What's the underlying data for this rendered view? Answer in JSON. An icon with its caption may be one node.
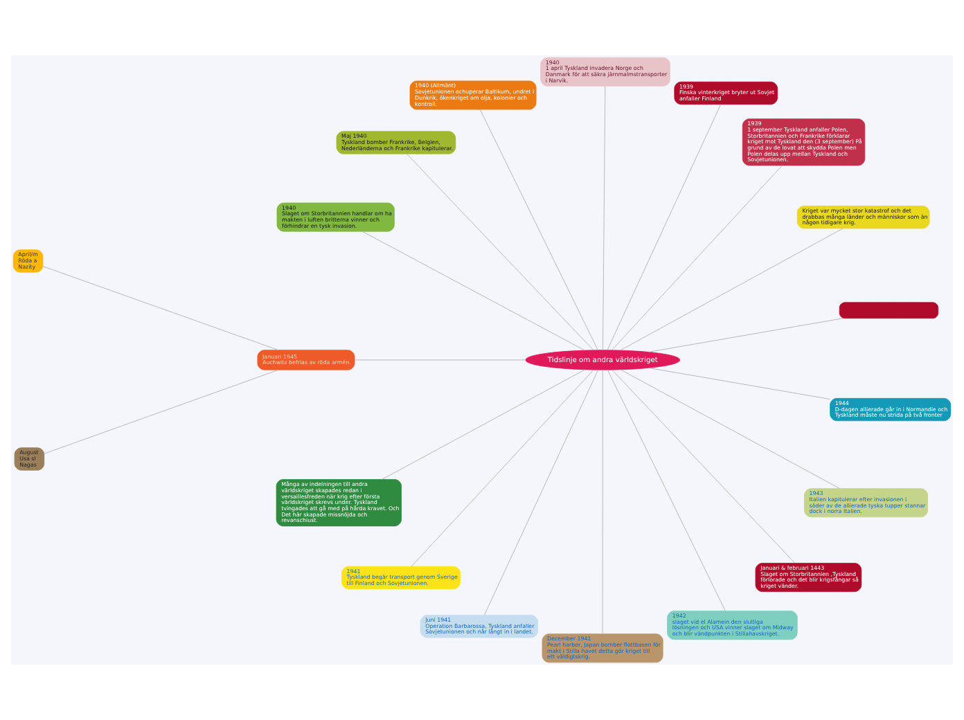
{
  "diagram": {
    "nodes": [
      {
        "text": [
          "Tidslinje om andra världskriget"
        ]
      },
      {
        "text": [],
        "shape": "box"
      },
      {
        "text": [
          "Kriget var mycket stor katastrof och det drabbas många länder och människor som än någon tidigare krig."
        ]
      },
      {
        "text": [
          "1939",
          "1 september Tyskland anfaller Polen, Storbritannien och Frankrike förklarar kriget mot Tyskland den (3 september) På grund av de lovat att skydda Polen men Polen delas upp mellan Tyskland och Sovjetunionen."
        ]
      },
      {
        "text": [
          "1939",
          "Finska vinterkriget bryter ut Sovjet anfaller Finland"
        ]
      },
      {
        "text": [
          "1940",
          "1 april Tyskland invadera Norge och Danmark för att säkra järnmalmstransporter i Narvik."
        ]
      },
      {
        "text": [
          "1940 (Allmänt)",
          "Sovjetunionen ochuperar Baltikum, undret i Dunkrik, ökenkriget om olja, kolonier och kontroll."
        ]
      },
      {
        "text": [
          "Maj 1940",
          "Tyskland bomber Frankrike, Belgien, Nederländerna och Frankrike kapitulerar."
        ]
      },
      {
        "text": [
          "1940",
          "Slaget om Storbritannien handlar om ha makten i luften britterna vinner och förhindrar en tysk invasion."
        ]
      },
      {
        "text": [
          "Januari 1945",
          "Auchwitz befrias av röda armén."
        ]
      },
      {
        "text": [
          "April/m",
          "Röda a",
          "Nazity"
        ]
      },
      {
        "text": [
          "August",
          "Usa sl",
          "Nagas"
        ]
      },
      {
        "text": [
          "Många av indelningen till andra världskriget skapades redan i versaillesfreden när krig efter första världskriget skrevs under. Tyskland tvingades att gå med på hårda kravet. Och Det här skapade missnöjda och revanschiust."
        ]
      },
      {
        "text": [
          "1941",
          "Tyskland begär transport genom Sverige till Finland och Sovjetunionen."
        ]
      },
      {
        "text": [
          "Juni 1941",
          "Operation Barbarossa, Tyskland anfaller Sovjetunionen och når långt in i landet."
        ]
      },
      {
        "text": [
          "December 1941",
          "Pearl harbor, Japan bomber flottbasen för makt i Stilla havet detta gör kriget till ett väldigtskrig."
        ]
      },
      {
        "text": [
          "1942",
          "slaget vid el Alamein den slutliga lösningen och USA vinner slaget om Midway och blir vändpunkten i Stillahavskriget."
        ]
      },
      {
        "text": [
          "Januari & februari 1443",
          "Slaget om Storbritannien ,Tyskland förlorade och det blir krigsfångar så kriget vänder."
        ]
      },
      {
        "text": [
          "1943",
          "Italien kapitulerar efter invasionen i söder av de allierade tyska tupper stannar dock i norra Italien."
        ]
      },
      {
        "text": [
          "1944",
          "D-dagen allierade går in i Normandie och Tyskland måste nu strida på två fronter"
        ]
      }
    ],
    "edges": [
      {
        "from": 0,
        "to": 1,
        "arrow": "none"
      },
      {
        "from": 0,
        "to": 2,
        "arrow": "none"
      },
      {
        "from": 0,
        "to": 3,
        "arrow": "none"
      },
      {
        "from": 0,
        "to": 4,
        "arrow": "none"
      },
      {
        "from": 0,
        "to": 5,
        "arrow": "none"
      },
      {
        "from": 0,
        "to": 6,
        "arrow": "none"
      },
      {
        "from": 0,
        "to": 7,
        "arrow": "none"
      },
      {
        "from": 0,
        "to": 8,
        "arrow": "none"
      },
      {
        "from": 0,
        "to": 9,
        "arrow": "none"
      },
      {
        "from": 9,
        "to": 10,
        "arrow": "none"
      },
      {
        "from": 9,
        "to": 11,
        "arrow": "none"
      },
      {
        "from": 0,
        "to": 12,
        "arrow": "none"
      },
      {
        "from": 0,
        "to": 13,
        "arrow": "none"
      },
      {
        "from": 0,
        "to": 14,
        "arrow": "none"
      },
      {
        "from": 0,
        "to": 15,
        "arrow": "none"
      },
      {
        "from": 0,
        "to": 16,
        "arrow": "none"
      },
      {
        "from": 0,
        "to": 17,
        "arrow": "none"
      },
      {
        "from": 0,
        "to": 18,
        "arrow": "none"
      },
      {
        "from": 0,
        "to": 19,
        "arrow": "none"
      }
    ]
  }
}
